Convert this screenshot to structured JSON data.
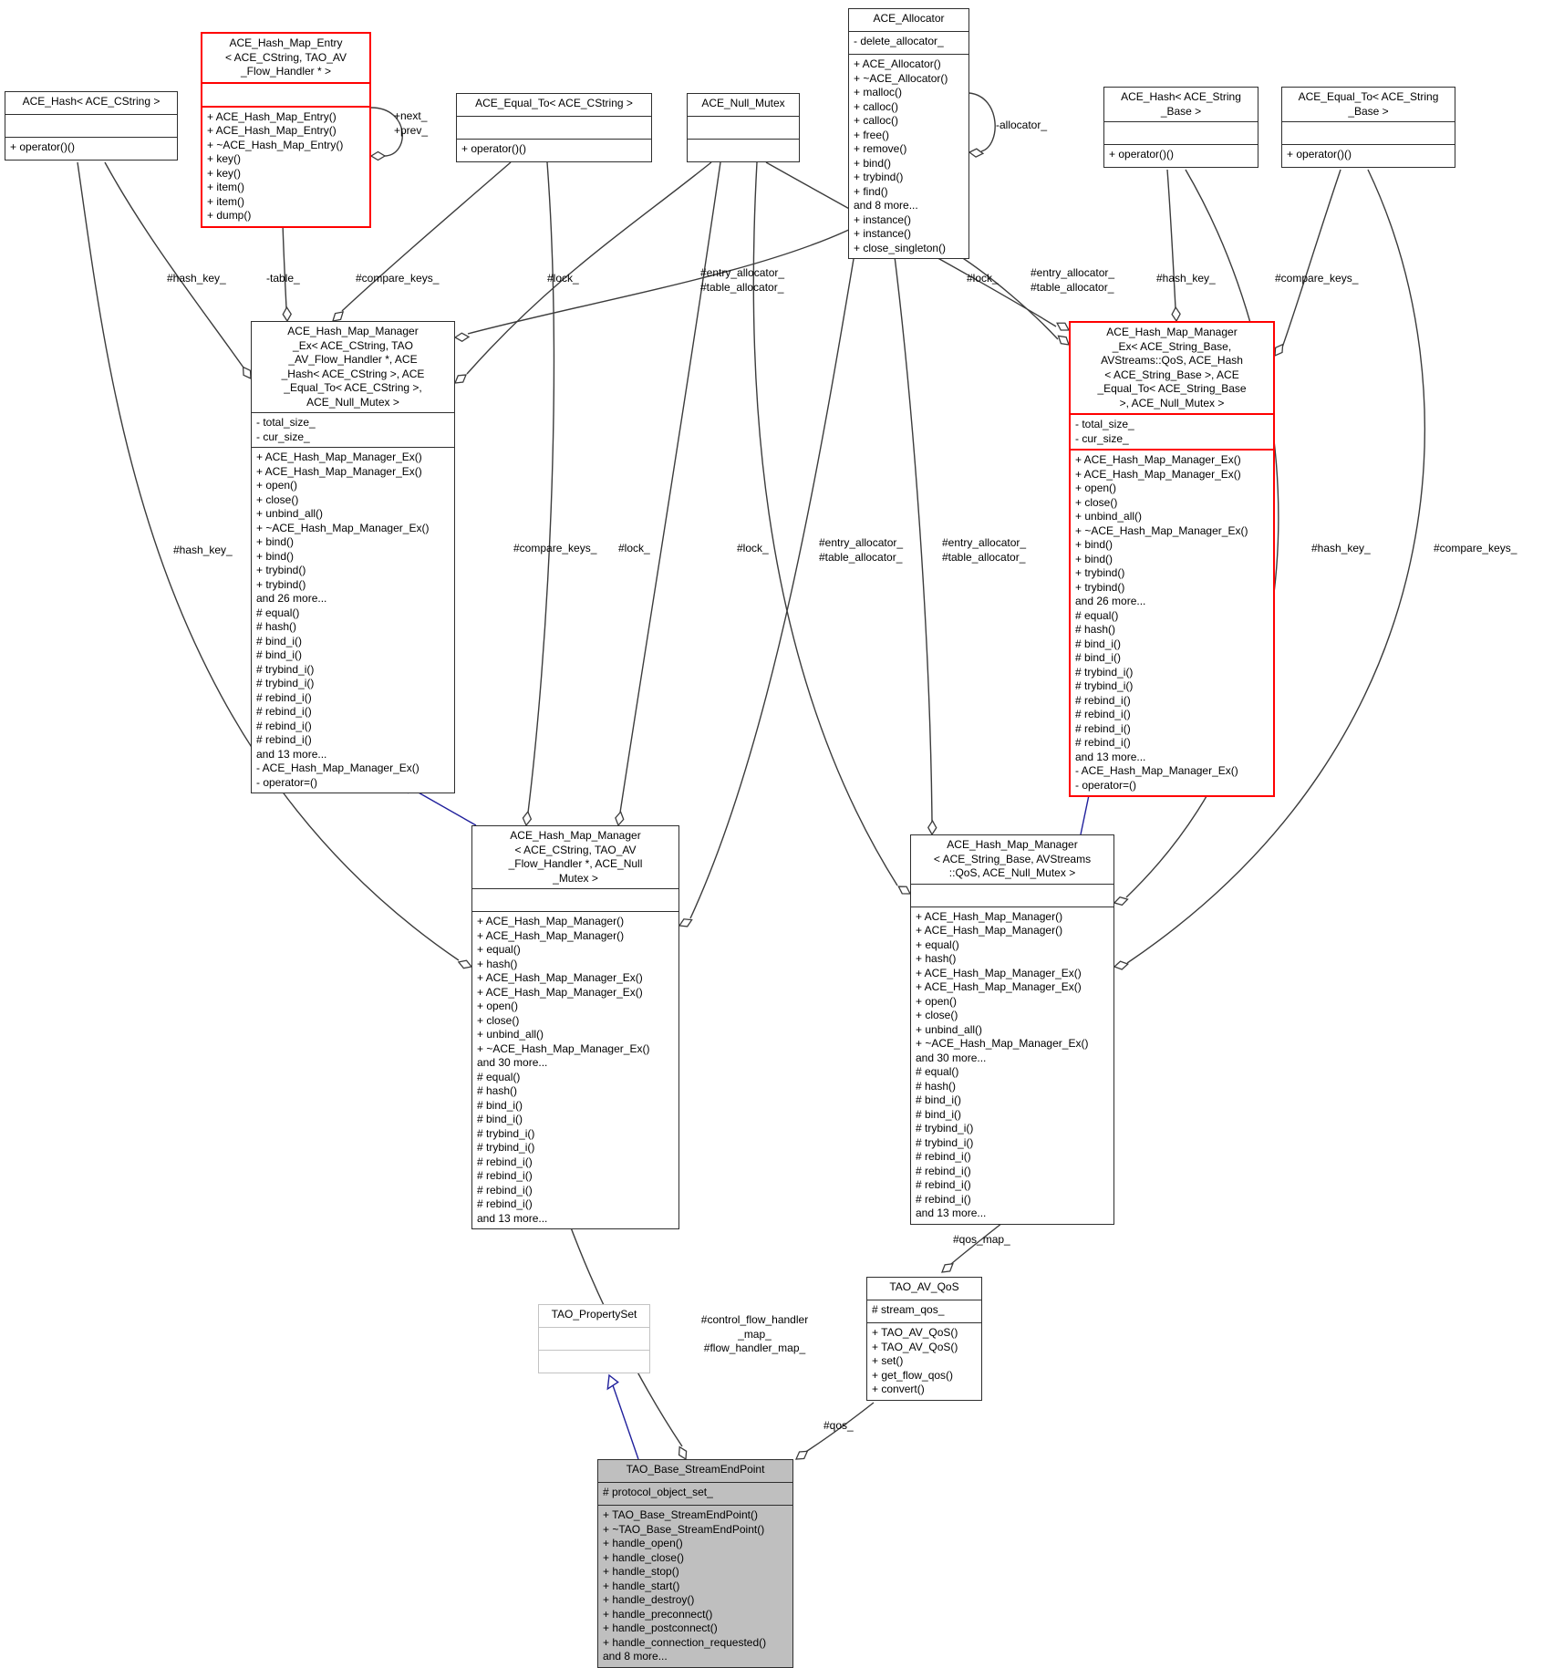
{
  "diagram": {
    "kind": "uml-collaboration-graph",
    "colors": {
      "highlight_border": "#ff0000",
      "normal_border": "#2e2e2e",
      "edge_line": "#3c3c3c",
      "inheritance_line": "#20209c",
      "focus_class_fill": "#bfbfbf",
      "muted_border": "#c3c3c3",
      "background": "#ffffff"
    },
    "classes": [
      {
        "id": "ace-hash-cstring",
        "style": "normal",
        "name_lines": [
          "ACE_Hash< ACE_CString >"
        ],
        "attributes": [],
        "methods": [
          "+ operator()()"
        ]
      },
      {
        "id": "ace-hash-map-entry",
        "style": "red",
        "name_lines": [
          "ACE_Hash_Map_Entry",
          "< ACE_CString, TAO_AV",
          "_Flow_Handler * >"
        ],
        "attributes": [],
        "methods": [
          "+ ACE_Hash_Map_Entry()",
          "+ ACE_Hash_Map_Entry()",
          "+ ~ACE_Hash_Map_Entry()",
          "+ key()",
          "+ key()",
          "+ item()",
          "+ item()",
          "+ dump()"
        ]
      },
      {
        "id": "ace-equal-to-cstring",
        "style": "normal",
        "name_lines": [
          "ACE_Equal_To< ACE_CString >"
        ],
        "attributes": [],
        "methods": [
          "+ operator()()"
        ]
      },
      {
        "id": "ace-null-mutex",
        "style": "normal",
        "name_lines": [
          "ACE_Null_Mutex"
        ],
        "attributes": [],
        "methods": []
      },
      {
        "id": "ace-allocator",
        "style": "normal",
        "name_lines": [
          "ACE_Allocator"
        ],
        "attributes": [
          "- delete_allocator_"
        ],
        "methods": [
          "+ ACE_Allocator()",
          "+ ~ACE_Allocator()",
          "+ malloc()",
          "+ calloc()",
          "+ calloc()",
          "+ free()",
          "+ remove()",
          "+ bind()",
          "+ trybind()",
          "+ find()",
          "and 8 more...",
          "+ instance()",
          "+ instance()",
          "+ close_singleton()"
        ]
      },
      {
        "id": "ace-hash-string-base",
        "style": "normal",
        "name_lines": [
          "ACE_Hash< ACE_String",
          "_Base >"
        ],
        "attributes": [],
        "methods": [
          "+ operator()()"
        ]
      },
      {
        "id": "ace-equal-to-string-base",
        "style": "normal",
        "name_lines": [
          "ACE_Equal_To< ACE_String",
          "_Base >"
        ],
        "attributes": [],
        "methods": [
          "+ operator()()"
        ]
      },
      {
        "id": "ace-hash-map-manager-ex-cstring",
        "style": "normal",
        "name_lines": [
          "ACE_Hash_Map_Manager",
          "_Ex< ACE_CString, TAO",
          "_AV_Flow_Handler *, ACE",
          "_Hash< ACE_CString >, ACE",
          "_Equal_To< ACE_CString >,",
          "ACE_Null_Mutex >"
        ],
        "attributes": [
          "- total_size_",
          "- cur_size_"
        ],
        "methods": [
          "+ ACE_Hash_Map_Manager_Ex()",
          "+ ACE_Hash_Map_Manager_Ex()",
          "+ open()",
          "+ close()",
          "+ unbind_all()",
          "+ ~ACE_Hash_Map_Manager_Ex()",
          "+ bind()",
          "+ bind()",
          "+ trybind()",
          "+ trybind()",
          "and 26 more...",
          "# equal()",
          "# hash()",
          "# bind_i()",
          "# bind_i()",
          "# trybind_i()",
          "# trybind_i()",
          "# rebind_i()",
          "# rebind_i()",
          "# rebind_i()",
          "# rebind_i()",
          "and 13 more...",
          "- ACE_Hash_Map_Manager_Ex()",
          "- operator=()"
        ]
      },
      {
        "id": "ace-hash-map-manager-ex-string-base",
        "style": "red",
        "name_lines": [
          "ACE_Hash_Map_Manager",
          "_Ex< ACE_String_Base,",
          "AVStreams::QoS, ACE_Hash",
          "< ACE_String_Base >, ACE",
          "_Equal_To< ACE_String_Base",
          ">, ACE_Null_Mutex >"
        ],
        "attributes": [
          "- total_size_",
          "- cur_size_"
        ],
        "methods": [
          "+ ACE_Hash_Map_Manager_Ex()",
          "+ ACE_Hash_Map_Manager_Ex()",
          "+ open()",
          "+ close()",
          "+ unbind_all()",
          "+ ~ACE_Hash_Map_Manager_Ex()",
          "+ bind()",
          "+ bind()",
          "+ trybind()",
          "+ trybind()",
          "and 26 more...",
          "# equal()",
          "# hash()",
          "# bind_i()",
          "# bind_i()",
          "# trybind_i()",
          "# trybind_i()",
          "# rebind_i()",
          "# rebind_i()",
          "# rebind_i()",
          "# rebind_i()",
          "and 13 more...",
          "- ACE_Hash_Map_Manager_Ex()",
          "- operator=()"
        ]
      },
      {
        "id": "ace-hash-map-manager-cstring",
        "style": "normal",
        "name_lines": [
          "ACE_Hash_Map_Manager",
          "< ACE_CString, TAO_AV",
          "_Flow_Handler *, ACE_Null",
          "_Mutex >"
        ],
        "attributes": [],
        "methods": [
          "+ ACE_Hash_Map_Manager()",
          "+ ACE_Hash_Map_Manager()",
          "+ equal()",
          "+ hash()",
          "+ ACE_Hash_Map_Manager_Ex()",
          "+ ACE_Hash_Map_Manager_Ex()",
          "+ open()",
          "+ close()",
          "+ unbind_all()",
          "+ ~ACE_Hash_Map_Manager_Ex()",
          "and 30 more...",
          "# equal()",
          "# hash()",
          "# bind_i()",
          "# bind_i()",
          "# trybind_i()",
          "# trybind_i()",
          "# rebind_i()",
          "# rebind_i()",
          "# rebind_i()",
          "# rebind_i()",
          "and 13 more..."
        ]
      },
      {
        "id": "ace-hash-map-manager-string-base",
        "style": "normal",
        "name_lines": [
          "ACE_Hash_Map_Manager",
          "< ACE_String_Base, AVStreams",
          "::QoS, ACE_Null_Mutex >"
        ],
        "attributes": [],
        "methods": [
          "+ ACE_Hash_Map_Manager()",
          "+ ACE_Hash_Map_Manager()",
          "+ equal()",
          "+ hash()",
          "+ ACE_Hash_Map_Manager_Ex()",
          "+ ACE_Hash_Map_Manager_Ex()",
          "+ open()",
          "+ close()",
          "+ unbind_all()",
          "+ ~ACE_Hash_Map_Manager_Ex()",
          "and 30 more...",
          "# equal()",
          "# hash()",
          "# bind_i()",
          "# bind_i()",
          "# trybind_i()",
          "# trybind_i()",
          "# rebind_i()",
          "# rebind_i()",
          "# rebind_i()",
          "# rebind_i()",
          "and 13 more..."
        ]
      },
      {
        "id": "tao-propertyset",
        "style": "muted",
        "name_lines": [
          "TAO_PropertySet"
        ],
        "attributes": [],
        "methods": []
      },
      {
        "id": "tao-av-qos",
        "style": "normal",
        "name_lines": [
          "TAO_AV_QoS"
        ],
        "attributes": [
          "# stream_qos_"
        ],
        "methods": [
          "+ TAO_AV_QoS()",
          "+ TAO_AV_QoS()",
          "+ set()",
          "+ get_flow_qos()",
          "+ convert()"
        ]
      },
      {
        "id": "tao-base-streamendpoint",
        "style": "normal filled",
        "name_lines": [
          "TAO_Base_StreamEndPoint"
        ],
        "attributes": [
          "# protocol_object_set_"
        ],
        "methods": [
          "+ TAO_Base_StreamEndPoint()",
          "+ ~TAO_Base_StreamEndPoint()",
          "+ handle_open()",
          "+ handle_close()",
          "+ handle_stop()",
          "+ handle_start()",
          "+ handle_destroy()",
          "+ handle_preconnect()",
          "+ handle_postconnect()",
          "+ handle_connection_requested()",
          "and 8 more..."
        ]
      }
    ],
    "labels": [
      "#hash_key_",
      "-table_",
      "#compare_keys_",
      "#lock_",
      "#entry_allocator_\n#table_allocator_",
      "#lock_",
      "#entry_allocator_\n#table_allocator_",
      "#hash_key_",
      "#compare_keys_",
      "#hash_key_",
      "#compare_keys_",
      "#lock_",
      "#lock_",
      "#entry_allocator_\n#table_allocator_",
      "#entry_allocator_\n#table_allocator_",
      "#hash_key_",
      "#compare_keys_",
      "+next_\n+prev_",
      "-allocator_",
      "#qos_map_",
      "#qos_",
      "#control_flow_handler\n_map_\n#flow_handler_map_"
    ]
  }
}
